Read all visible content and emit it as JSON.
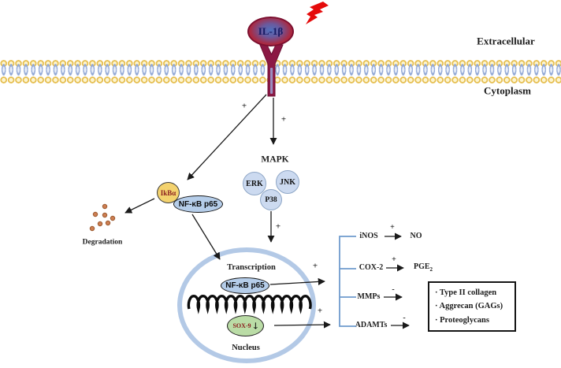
{
  "colors": {
    "membrane_gold": "#e6bf52",
    "membrane_fill": "#fdf5d0",
    "phospholipid_blue": "#93a9d6",
    "node_blue_fill": "#ccdaf0",
    "node_blue_border": "#8ea6c6",
    "nfkb_fill": "#b5cde9",
    "nucleus_border": "#b3c9e6",
    "ikb_fill": "#f3d26e",
    "sox9_fill": "#badca6",
    "ligand_red": "#c11f2e",
    "ligand_blue": "#5070bd",
    "receptor_maroon": "#8b1844",
    "lightning_red": "#e50b0b",
    "bracket_blue": "#6f9bcd",
    "degradation_dot": "#cd7e52",
    "text_maroon": "#8b2020"
  },
  "membrane": {
    "extracellular": "Extracellular",
    "cytoplasm": "Cytoplasm"
  },
  "ligand": {
    "label": "IL-1β"
  },
  "receptor_signs": {
    "to_ikb": "+",
    "to_mapk": "+"
  },
  "ikb": {
    "label": "IkBα"
  },
  "degradation": {
    "label": "Degradation"
  },
  "nfkb_cytoplasm": {
    "label": "NF-κB p65"
  },
  "mapk": {
    "title": "MAPK",
    "erk": "ERK",
    "jnk": "JNK",
    "p38": "P38",
    "to_nucleus_sign": "+"
  },
  "nucleus": {
    "transcription": "Transcription",
    "nfkb": "NF-κB p65",
    "nfkb_out_sign": "+",
    "sox9": "SOX-9",
    "sox9_icon": "↓",
    "sox9_out_sign": "+",
    "label": "Nucleus"
  },
  "targets": {
    "inos": {
      "label": "iNOS",
      "sign": "+",
      "product": "NO"
    },
    "cox2": {
      "label": "COX-2",
      "sign": "+",
      "product": "PGE",
      "product_sub": "2"
    },
    "mmps": {
      "label": "MMPs",
      "sign": "-"
    },
    "adamts": {
      "label": "ADAMTs",
      "sign": "-"
    },
    "box_items": [
      "· Type II collagen",
      "· Aggrecan (GAGs)",
      "· Proteoglycans"
    ]
  }
}
